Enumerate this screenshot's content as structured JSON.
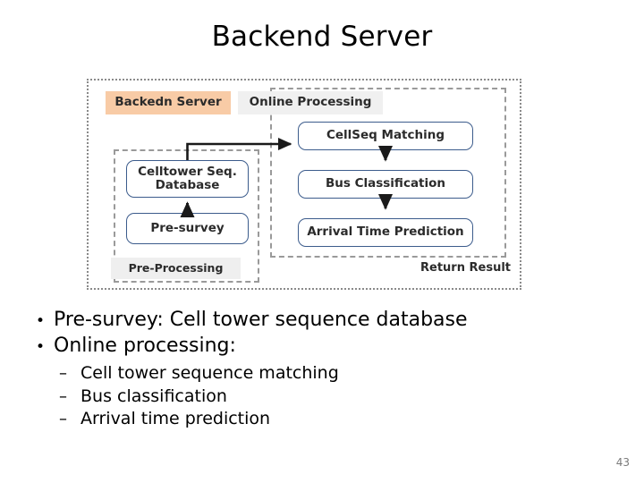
{
  "slide": {
    "title": "Backend Server",
    "page_number": "43"
  },
  "diagram": {
    "backend_label": "Backedn Server",
    "online_label": "Online Processing",
    "preprocessing_label": "Pre-Processing",
    "return_label": "Return Result",
    "boxes": {
      "database_line1": "Celltower Seq.",
      "database_line2": "Database",
      "presurvey": "Pre-survey",
      "cellseq_matching": "CellSeq Matching",
      "bus_classification": "Bus Classification",
      "arrival_time_prediction": "Arrival Time Prediction"
    },
    "colors": {
      "backend_header_bg": "#f8cba6",
      "section_header_bg": "#f0f0f0",
      "box_border": "#3c5c8c",
      "outer_border": "#8a8a8a",
      "dashed_border": "#9a9a9a",
      "arrow": "#1a1a1a"
    }
  },
  "bullets": {
    "level1": [
      {
        "mark": "•",
        "text": "Pre-survey: Cell tower sequence database"
      },
      {
        "mark": "•",
        "text": "Online processing:"
      }
    ],
    "level2": [
      {
        "mark": "–",
        "text": "Cell tower sequence matching"
      },
      {
        "mark": "–",
        "text": "Bus classification"
      },
      {
        "mark": "–",
        "text": "Arrival time prediction"
      }
    ]
  }
}
